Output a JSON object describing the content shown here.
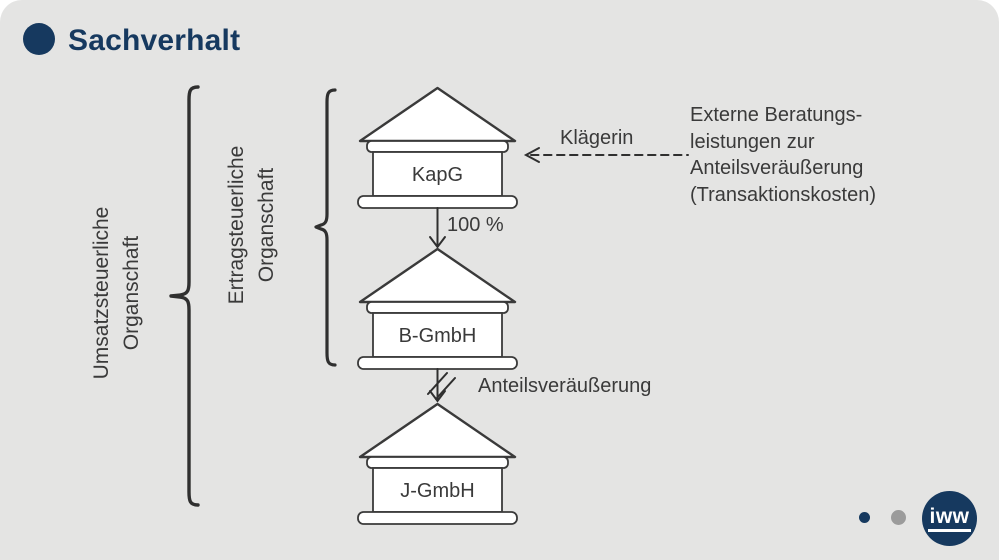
{
  "title": "Sachverhalt",
  "colors": {
    "navy": "#16395f",
    "canvas_gray": "#e4e4e3",
    "stroke_dark": "#3a3a3a",
    "house_fill": "#ffffff",
    "inactive_dot_gray": "#9b9b9b"
  },
  "braces": [
    {
      "id": "umsatzsteuerlich",
      "label_line1": "Umsatzsteuerliche",
      "label_line2": "Organschaft"
    },
    {
      "id": "ertragsteuerlich",
      "label_line1": "Ertragsteuerliche",
      "label_line2": "Organschaft"
    }
  ],
  "houses": [
    {
      "label": "KapG"
    },
    {
      "label": "B-GmbH"
    },
    {
      "label": "J-GmbH"
    }
  ],
  "edges": {
    "ownership_label": "100 %",
    "sale_label": "Anteilsveräußerung",
    "claimant_label": "Klägerin"
  },
  "note": {
    "lines": [
      "Externe Beratungs-",
      "leistungen zur",
      "Anteilsveräußerung",
      "(Transaktionskosten)"
    ]
  },
  "footer": {
    "logo_text": "iww"
  }
}
